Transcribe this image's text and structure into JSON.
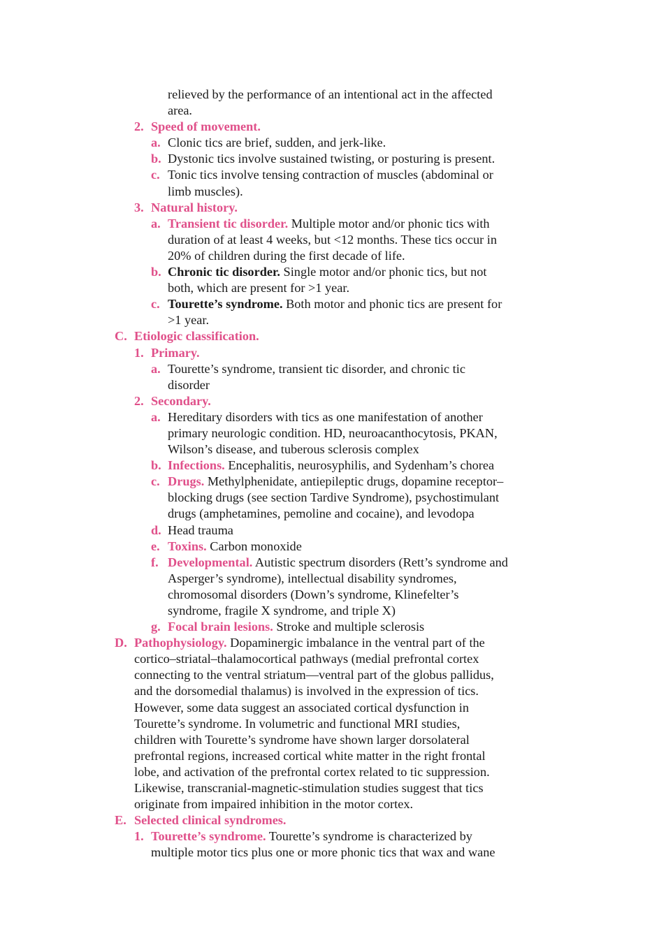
{
  "lines": [
    {
      "cls": "l3c",
      "text": "relieved by the performance of an intentional act in the affected"
    },
    {
      "cls": "l3c",
      "text": "area."
    },
    {
      "cls": "l2",
      "label": "2.",
      "head": "Speed of movement.",
      "text": ""
    },
    {
      "cls": "l3",
      "label": "a.",
      "text": "Clonic tics are brief, sudden, and jerk-like."
    },
    {
      "cls": "l3",
      "label": "b.",
      "text": "Dystonic tics involve sustained twisting, or posturing is present."
    },
    {
      "cls": "l3",
      "label": "c.",
      "text": "Tonic tics involve tensing contraction of muscles (abdominal or"
    },
    {
      "cls": "l3c",
      "text": "limb muscles)."
    },
    {
      "cls": "l2",
      "label": "3.",
      "head": "Natural history.",
      "text": ""
    },
    {
      "cls": "l3",
      "label": "a.",
      "head": "Transient tic disorder.",
      "text": " Multiple motor and/or phonic tics with"
    },
    {
      "cls": "l3c",
      "text": "duration of at least 4 weeks, but <12 months. These tics occur in"
    },
    {
      "cls": "l3c",
      "text": "20% of children during the first decade of life."
    },
    {
      "cls": "l3",
      "label": "b.",
      "bold": "Chronic tic disorder.",
      "text": " Single motor and/or phonic tics, but not"
    },
    {
      "cls": "l3c",
      "text": "both, which are present for >1 year."
    },
    {
      "cls": "l3",
      "label": "c.",
      "bold": "Tourette’s syndrome.",
      "text": " Both motor and phonic tics are present for"
    },
    {
      "cls": "l3c",
      "text": ">1 year."
    },
    {
      "cls": "l1",
      "label": "C.",
      "head": "Etiologic classification.",
      "text": ""
    },
    {
      "cls": "l2",
      "label": "1.",
      "head": "Primary.",
      "text": ""
    },
    {
      "cls": "l3",
      "label": "a.",
      "text": "Tourette’s syndrome, transient tic disorder, and chronic tic"
    },
    {
      "cls": "l3c",
      "text": "disorder"
    },
    {
      "cls": "l2",
      "label": "2.",
      "head": "Secondary.",
      "text": ""
    },
    {
      "cls": "l3",
      "label": "a.",
      "text": "Hereditary disorders with tics as one manifestation of another"
    },
    {
      "cls": "l3c",
      "text": "primary neurologic condition. HD, neuroacanthocytosis, PKAN,"
    },
    {
      "cls": "l3c",
      "text": "Wilson’s disease, and tuberous sclerosis complex"
    },
    {
      "cls": "l3",
      "label": "b.",
      "head": "Infections.",
      "text": " Encephalitis, neurosyphilis, and Sydenham’s chorea"
    },
    {
      "cls": "l3",
      "label": "c.",
      "head": "Drugs.",
      "text": " Methylphenidate, antiepileptic drugs, dopamine receptor–"
    },
    {
      "cls": "l3c",
      "text": "blocking drugs (see section Tardive Syndrome), psychostimulant"
    },
    {
      "cls": "l3c",
      "text": "drugs (amphetamines, pemoline and cocaine), and levodopa"
    },
    {
      "cls": "l3",
      "label": "d.",
      "text": "Head trauma"
    },
    {
      "cls": "l3",
      "label": "e.",
      "head": "Toxins.",
      "text": " Carbon monoxide"
    },
    {
      "cls": "l3",
      "label": "f.",
      "head": "Developmental.",
      "text": " Autistic spectrum disorders (Rett’s syndrome and"
    },
    {
      "cls": "l3c",
      "text": "Asperger’s syndrome), intellectual disability syndromes,"
    },
    {
      "cls": "l3c",
      "text": "chromosomal disorders (Down’s syndrome, Klinefelter’s"
    },
    {
      "cls": "l3c",
      "text": "syndrome, fragile X syndrome, and triple X)"
    },
    {
      "cls": "l3",
      "label": "g.",
      "head": "Focal brain lesions.",
      "text": " Stroke and multiple sclerosis"
    },
    {
      "cls": "l1",
      "label": "D.",
      "head": "Pathophysiology.",
      "text": " Dopaminergic imbalance in the ventral part of the"
    },
    {
      "cls": "l1c",
      "text": "cortico–striatal–thalamocortical pathways (medial prefrontal cortex"
    },
    {
      "cls": "l1c",
      "text": "connecting to the ventral striatum—ventral part of the globus pallidus,"
    },
    {
      "cls": "l1c",
      "text": "and the dorsomedial thalamus) is involved in the expression of tics."
    },
    {
      "cls": "l1c",
      "text": "However, some data suggest an associated cortical dysfunction in"
    },
    {
      "cls": "l1c",
      "text": "Tourette’s syndrome. In volumetric and functional MRI studies,"
    },
    {
      "cls": "l1c",
      "text": "children with Tourette’s syndrome have shown larger dorsolateral"
    },
    {
      "cls": "l1c",
      "text": "prefrontal regions, increased cortical white matter in the right frontal"
    },
    {
      "cls": "l1c",
      "text": "lobe, and activation of the prefrontal cortex related to tic suppression."
    },
    {
      "cls": "l1c",
      "text": "Likewise, transcranial-magnetic-stimulation studies suggest that tics"
    },
    {
      "cls": "l1c",
      "text": "originate from impaired inhibition in the motor cortex."
    },
    {
      "cls": "l1",
      "label": "E.",
      "head": "Selected clinical syndromes.",
      "text": ""
    },
    {
      "cls": "l2",
      "label": "1.",
      "head": "Tourette’s syndrome.",
      "text": " Tourette’s syndrome is characterized by"
    },
    {
      "cls": "l2c",
      "text": "multiple motor tics plus one or more phonic tics that wax and wane"
    }
  ]
}
